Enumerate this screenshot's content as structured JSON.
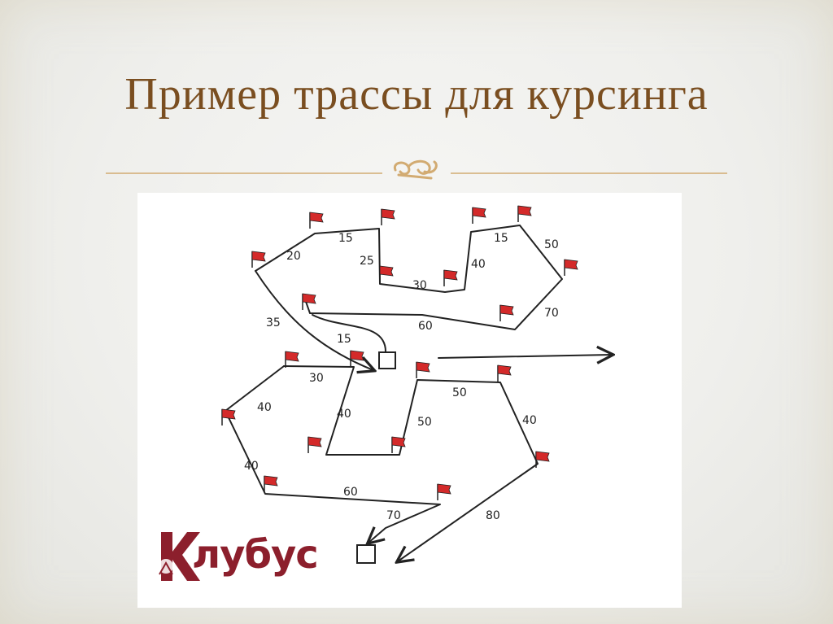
{
  "slide": {
    "title": "Пример трассы для курсинга",
    "accent_color": "#7a4e20",
    "divider_color": "#d2ab72",
    "divider_icon": "swirl-ornament-icon"
  },
  "diagram": {
    "background": "#ffffff",
    "line_color": "#222222",
    "flag_color": "#d42a2a",
    "distance_labels": [
      "15",
      "20",
      "25",
      "30",
      "15",
      "50",
      "40",
      "70",
      "60",
      "35",
      "15",
      "30",
      "40",
      "40",
      "50",
      "50",
      "40",
      "40",
      "60",
      "70",
      "80"
    ]
  },
  "logo": {
    "text": "лубус",
    "color": "#8c1f2c",
    "icon": "dog-k-logo-icon"
  }
}
